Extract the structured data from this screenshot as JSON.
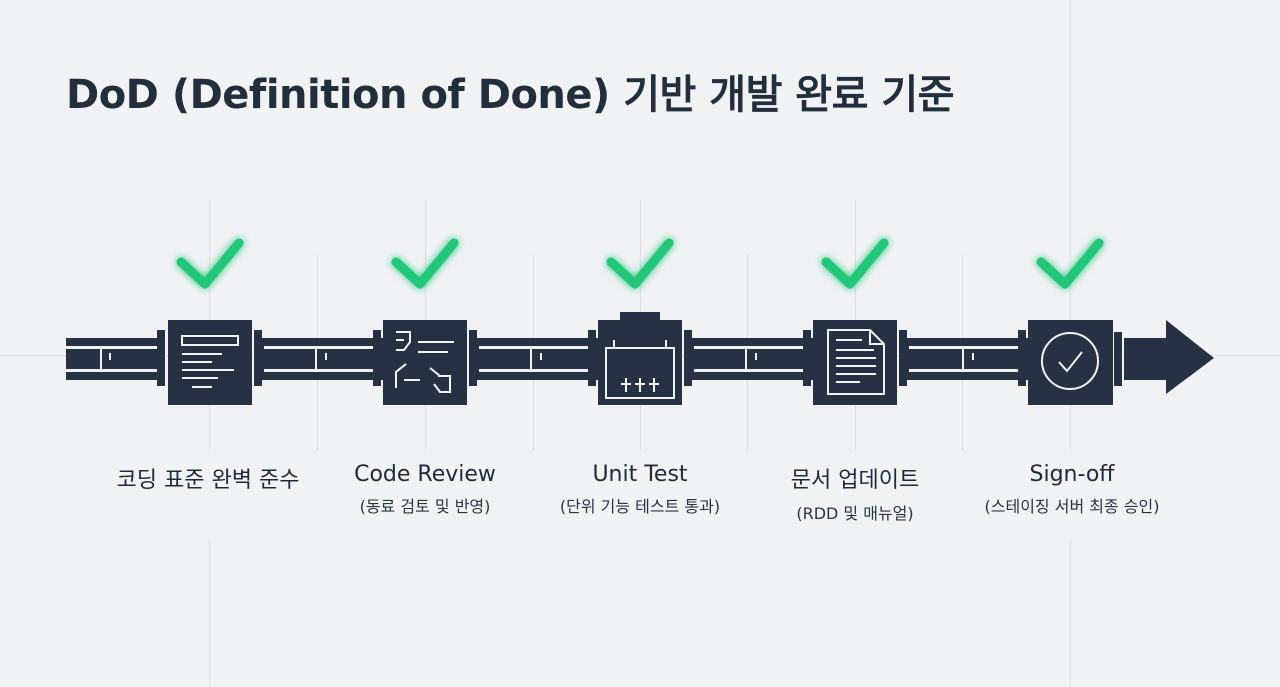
{
  "title": "DoD (Definition of Done) 기반 개발 완료 기준",
  "colors": {
    "background": "#f1f2f4",
    "node": "#263243",
    "check": "#22c77a",
    "text": "#1f2937"
  },
  "stages": [
    {
      "main": "코딩 표준 완벽 준수",
      "sub": "",
      "icon": "code-document-icon",
      "status": "done"
    },
    {
      "main": "Code Review",
      "sub": "(동료 검토 및 반영)",
      "icon": "review-icon",
      "status": "done"
    },
    {
      "main": "Unit Test",
      "sub": "(단위 기능 테스트 통과)",
      "icon": "test-fixture-icon",
      "status": "done"
    },
    {
      "main": "문서 업데이트",
      "sub": "(RDD 및 매뉴얼)",
      "icon": "document-icon",
      "status": "done"
    },
    {
      "main": "Sign-off",
      "sub": "(스테이징 서버 최종 승인)",
      "icon": "approval-check-icon",
      "status": "done"
    }
  ]
}
